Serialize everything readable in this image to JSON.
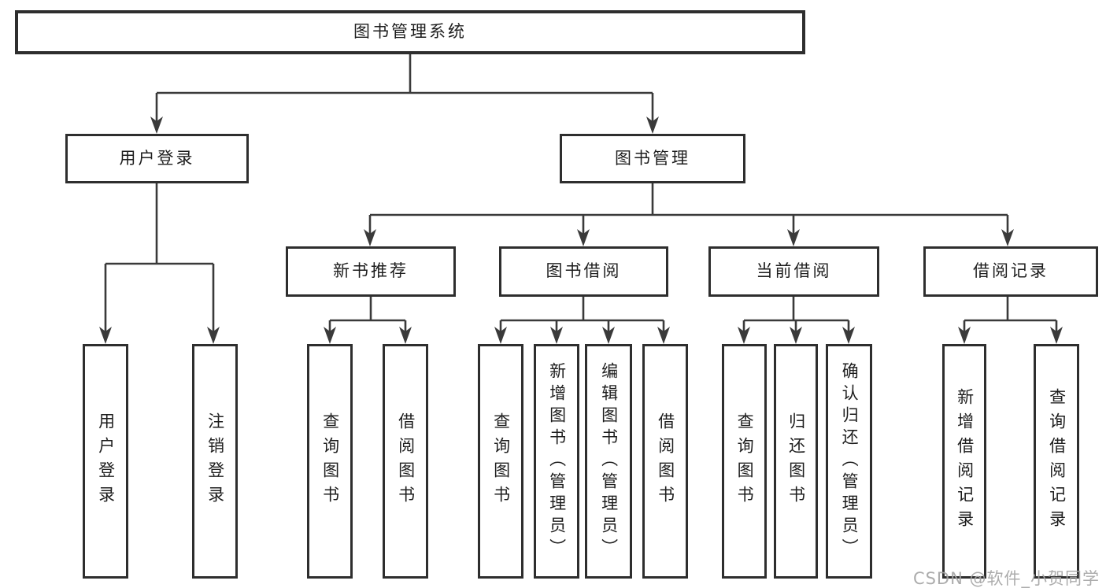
{
  "title": "图书管理系统",
  "colors": {
    "line": "#3a3a3a",
    "box_border": "#2e2e2e",
    "text": "#1d1d1d",
    "background": "#ffffff",
    "watermark": "#a5a5a5"
  },
  "tree": {
    "root": {
      "label": "图书管理系统"
    },
    "branches": [
      {
        "label": "用户登录",
        "children": [
          {
            "label": "用户登录"
          },
          {
            "label": "注销登录"
          }
        ]
      },
      {
        "label": "图书管理",
        "children": [
          {
            "label": "新书推荐",
            "children": [
              {
                "label": "查询图书"
              },
              {
                "label": "借阅图书"
              }
            ]
          },
          {
            "label": "图书借阅",
            "children": [
              {
                "label": "查询图书"
              },
              {
                "label": "新增图书（管理员）"
              },
              {
                "label": "编辑图书（管理员）"
              },
              {
                "label": "借阅图书"
              }
            ]
          },
          {
            "label": "当前借阅",
            "children": [
              {
                "label": "查询图书"
              },
              {
                "label": "归还图书"
              },
              {
                "label": "确认归还（管理员）"
              }
            ]
          },
          {
            "label": "借阅记录",
            "children": [
              {
                "label": "新增借阅记录"
              },
              {
                "label": "查询借阅记录"
              }
            ]
          }
        ]
      }
    ]
  },
  "watermark": {
    "text": "CSDN @软件_小贺同学"
  }
}
